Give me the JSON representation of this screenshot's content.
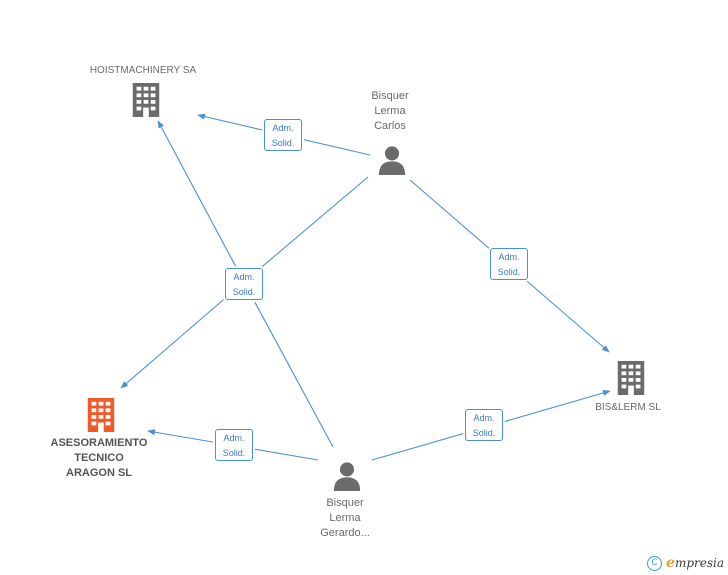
{
  "nodes": {
    "hoistmachinery": {
      "label": "HOISTMACHINERY SA",
      "type": "company",
      "color": "#6b6b6b"
    },
    "bisquer_carlos": {
      "label": "Bisquer\nLerma\nCarlos",
      "type": "person",
      "color": "#6b6b6b"
    },
    "bislerm": {
      "label": "BIS&LERM SL",
      "type": "company",
      "color": "#6b6b6b"
    },
    "asesoramiento": {
      "label": "ASESORAMIENTO\nTECNICO\nARAGON SL",
      "type": "company",
      "color": "#f05a28",
      "highlight": true
    },
    "bisquer_gerardo": {
      "label": "Bisquer\nLerma\nGerardo...",
      "type": "person",
      "color": "#6b6b6b"
    }
  },
  "edges": [
    {
      "from": "bisquer_carlos",
      "to": "hoistmachinery",
      "label": "Adm.\nSolid."
    },
    {
      "from": "bisquer_carlos",
      "to": "bislerm",
      "label": "Adm.\nSolid."
    },
    {
      "from": "bisquer_carlos",
      "to": "asesoramiento",
      "label": "Adm.\nSolid."
    },
    {
      "from": "bisquer_gerardo",
      "to": "hoistmachinery",
      "label": "Adm.\nSolid."
    },
    {
      "from": "bisquer_gerardo",
      "to": "asesoramiento",
      "label": "Adm.\nSolid."
    },
    {
      "from": "bisquer_gerardo",
      "to": "bislerm",
      "label": "Adm.\nSolid."
    }
  ],
  "edge_color": "#4a90d9",
  "footer": {
    "copyright_symbol": "C",
    "brand_first": "e",
    "brand_rest": "mpresia"
  }
}
